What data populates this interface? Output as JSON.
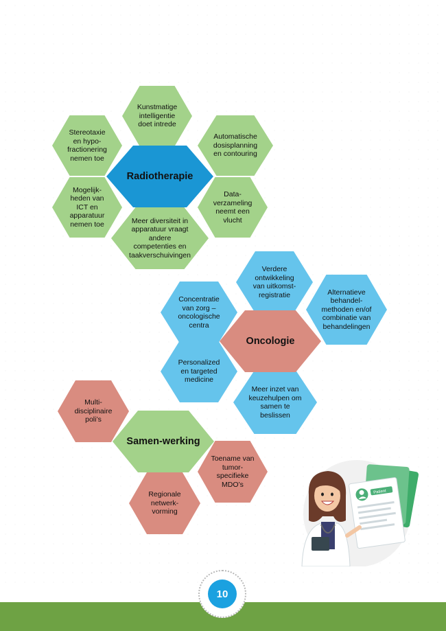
{
  "colors": {
    "radiotherapie_main": "#1a96d4",
    "radiotherapie_items": "#a3d28a",
    "oncologie_main": "#d98c80",
    "oncologie_items": "#65c4ec",
    "samenwerking_main": "#a3d28a",
    "samenwerking_items": "#d98c80",
    "footer_bar": "#6ea244",
    "page_badge": "#1ba1e0"
  },
  "radiotherapie": {
    "title": "Radiotherapie",
    "items": [
      "Kunstmatige intelligentie doet intrede",
      "Stereotaxie en hypo-fractionering nemen toe",
      "Automatische dosisplanning en contouring",
      "Mogelijk-heden van ICT en apparatuur nemen toe",
      "Data-verzameling neemt een vlucht",
      "Meer diversiteit in apparatuur vraagt andere competenties en taakverschuivingen"
    ]
  },
  "oncologie": {
    "title": "Oncologie",
    "items": [
      "Verdere ontwikkeling van uitkomst-registratie",
      "Concentratie van zorg – oncologische centra",
      "Alternatieve behandel-methoden en/of combinatie van behandelingen",
      "Personalized en targeted medicine",
      "Meer inzet van keuzehulpen om samen te beslissen"
    ]
  },
  "samenwerking": {
    "title": "Samen-werking",
    "items": [
      "Multi-disciplinaire poli’s",
      "Toename van tumor-specifieke MDO’s",
      "Regionale netwerk-vorming"
    ]
  },
  "illustration": {
    "card_label": "Patient"
  },
  "page_number": "10"
}
